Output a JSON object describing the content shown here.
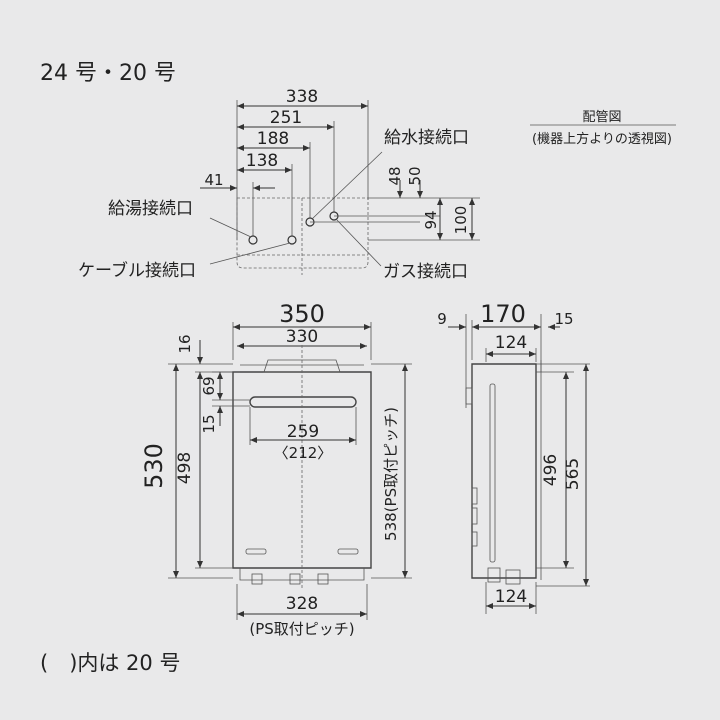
{
  "header": {
    "model_label": "24 号・20 号"
  },
  "piping": {
    "title": "配管図",
    "subtitle": "(機器上方よりの透視図)",
    "water_inlet": "給水接続口",
    "hot_water_outlet": "給湯接続口",
    "cable_port": "ケーブル接続口",
    "gas_inlet": "ガス接続口",
    "dims": {
      "d338": "338",
      "d251": "251",
      "d188": "188",
      "d138": "138",
      "d41": "41",
      "d48": "48",
      "d50": "50",
      "d94": "94",
      "d100": "100"
    }
  },
  "front": {
    "width": "350",
    "inner_width": "330",
    "height": "530",
    "d498": "498",
    "d16": "16",
    "d69": "69",
    "d15": "15",
    "d259": "259",
    "d212": "〈212〉",
    "ps_vertical": "538(PS取付ピッチ)",
    "bottom": "328",
    "bottom_note": "(PS取付ピッチ)"
  },
  "side": {
    "depth": "170",
    "d9": "9",
    "d15": "15",
    "top124": "124",
    "d496": "496",
    "d565": "565",
    "bottom124": "124"
  },
  "footnote": "(　)内は 20 号"
}
